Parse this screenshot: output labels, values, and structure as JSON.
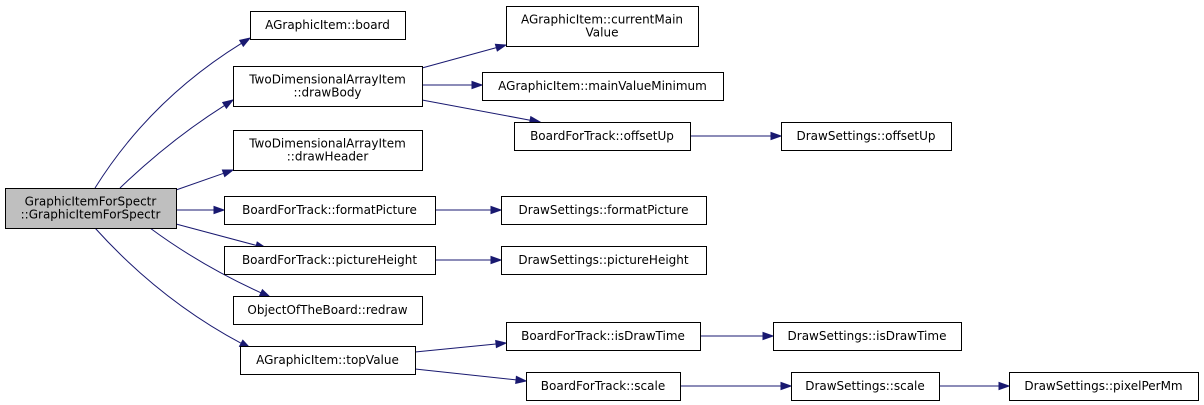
{
  "nodes": [
    {
      "id": "root",
      "lines": [
        "GraphicItemForSpectr",
        "::GraphicItemForSpectr"
      ],
      "root": true
    },
    {
      "id": "board",
      "lines": [
        "AGraphicItem::board"
      ]
    },
    {
      "id": "drawBody",
      "lines": [
        "TwoDimensionalArrayItem",
        "::drawBody"
      ]
    },
    {
      "id": "drawHeader",
      "lines": [
        "TwoDimensionalArrayItem",
        "::drawHeader"
      ]
    },
    {
      "id": "formatPicture",
      "lines": [
        "BoardForTrack::formatPicture"
      ]
    },
    {
      "id": "pictureHeight",
      "lines": [
        "BoardForTrack::pictureHeight"
      ]
    },
    {
      "id": "redraw",
      "lines": [
        "ObjectOfTheBoard::redraw"
      ]
    },
    {
      "id": "topValue",
      "lines": [
        "AGraphicItem::topValue"
      ]
    },
    {
      "id": "currentMainValue",
      "lines": [
        "AGraphicItem::currentMain",
        "Value"
      ]
    },
    {
      "id": "mainValueMinimum",
      "lines": [
        "AGraphicItem::mainValueMinimum"
      ]
    },
    {
      "id": "bftOffsetUp",
      "lines": [
        "BoardForTrack::offsetUp"
      ]
    },
    {
      "id": "dsOffsetUp",
      "lines": [
        "DrawSettings::offsetUp"
      ]
    },
    {
      "id": "dsFormatPicture",
      "lines": [
        "DrawSettings::formatPicture"
      ]
    },
    {
      "id": "dsPictureHeight",
      "lines": [
        "DrawSettings::pictureHeight"
      ]
    },
    {
      "id": "bftIsDrawTime",
      "lines": [
        "BoardForTrack::isDrawTime"
      ]
    },
    {
      "id": "dsIsDrawTime",
      "lines": [
        "DrawSettings::isDrawTime"
      ]
    },
    {
      "id": "bftScale",
      "lines": [
        "BoardForTrack::scale"
      ]
    },
    {
      "id": "dsScale",
      "lines": [
        "DrawSettings::scale"
      ]
    },
    {
      "id": "dsPixelPerMm",
      "lines": [
        "DrawSettings::pixelPerMm"
      ]
    }
  ],
  "edges": [
    {
      "from": "root",
      "to": "board"
    },
    {
      "from": "root",
      "to": "drawBody"
    },
    {
      "from": "root",
      "to": "drawHeader"
    },
    {
      "from": "root",
      "to": "formatPicture"
    },
    {
      "from": "root",
      "to": "pictureHeight"
    },
    {
      "from": "root",
      "to": "redraw"
    },
    {
      "from": "root",
      "to": "topValue"
    },
    {
      "from": "drawBody",
      "to": "currentMainValue"
    },
    {
      "from": "drawBody",
      "to": "mainValueMinimum"
    },
    {
      "from": "drawBody",
      "to": "bftOffsetUp"
    },
    {
      "from": "bftOffsetUp",
      "to": "dsOffsetUp"
    },
    {
      "from": "formatPicture",
      "to": "dsFormatPicture"
    },
    {
      "from": "pictureHeight",
      "to": "dsPictureHeight"
    },
    {
      "from": "topValue",
      "to": "bftIsDrawTime"
    },
    {
      "from": "topValue",
      "to": "bftScale"
    },
    {
      "from": "bftIsDrawTime",
      "to": "dsIsDrawTime"
    },
    {
      "from": "bftScale",
      "to": "dsScale"
    },
    {
      "from": "dsScale",
      "to": "dsPixelPerMm"
    }
  ],
  "colors": {
    "edge": "#191970",
    "root_fill": "#bfbfbf",
    "node_fill": "#ffffff",
    "border": "#000000"
  }
}
